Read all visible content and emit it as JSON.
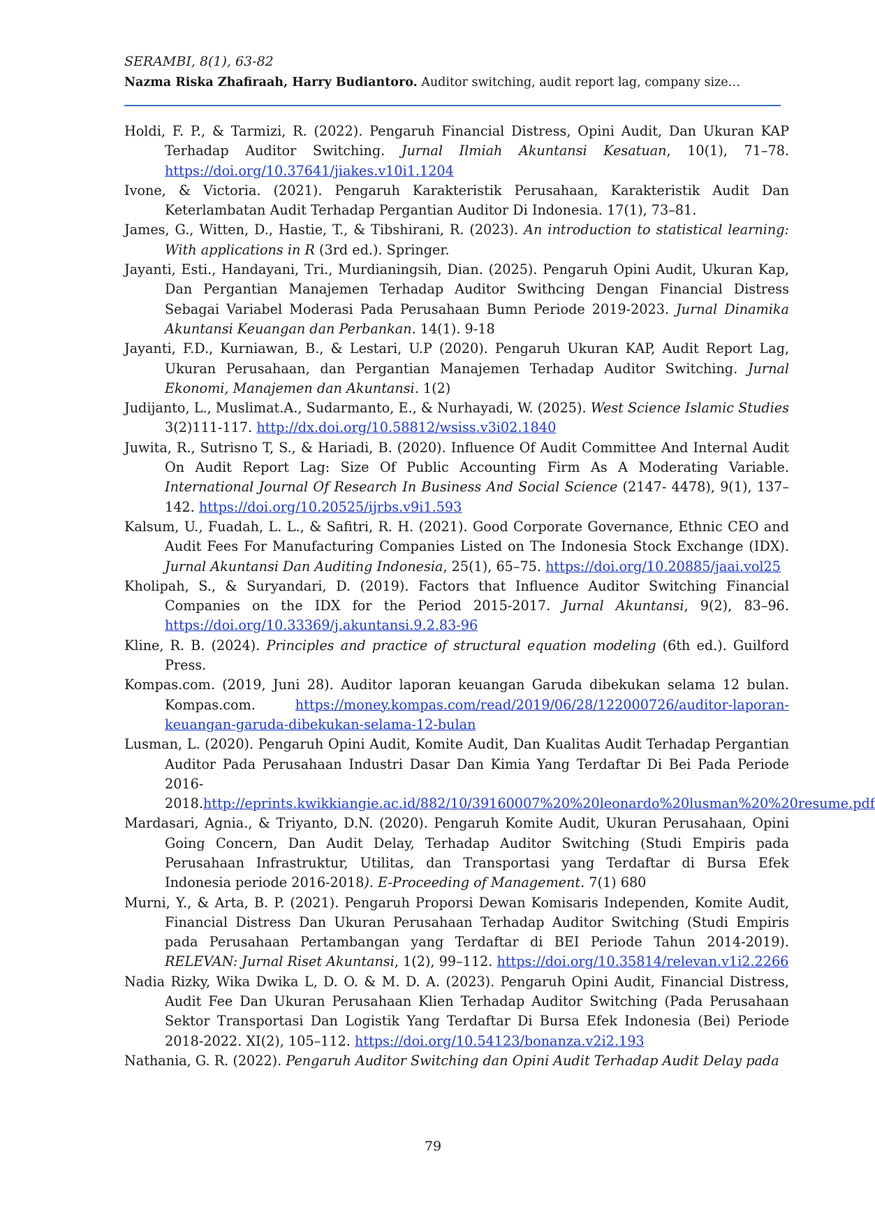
{
  "header": {
    "journal": "SERAMBI, 8(1), 63-82",
    "authors": "Nazma Riska Zhafiraah, Harry Budiantoro.",
    "title": "Auditor switching, audit report lag, company size…"
  },
  "references": [
    {
      "a": "Holdi, F. P., & Tarmizi, R. (2022). Pengaruh Financial Distress, Opini Audit, Dan Ukuran KAP Terhadap Auditor Switching. ",
      "i": "Jurnal Ilmiah Akuntansi Kesatuan",
      "b": ", 10(1), 71–78. ",
      "link": "https://doi.org/10.37641/jiakes.v10i1.1204",
      "c": ""
    },
    {
      "a": "Ivone, & Victoria. (2021). Pengaruh Karakteristik Perusahaan, Karakteristik Audit Dan Keterlambatan Audit Terhadap Pergantian Auditor Di Indonesia. 17(1), 73–81.",
      "i": "",
      "b": "",
      "link": "",
      "c": ""
    },
    {
      "a": "James, G., Witten, D., Hastie, T., & Tibshirani, R. (2023). ",
      "i": "An introduction to statistical learning: With applications in R",
      "b": " (3rd ed.). Springer.",
      "link": "",
      "c": ""
    },
    {
      "a": "Jayanti, Esti., Handayani, Tri., Murdianingsih, Dian. (2025). Pengaruh Opini Audit, Ukuran Kap, Dan Pergantian Manajemen Terhadap Auditor Swithcing Dengan Financial Distress Sebagai Variabel Moderasi Pada Perusahaan Bumn Periode 2019-2023. ",
      "i": "Jurnal Dinamika Akuntansi Keuangan dan Perbankan",
      "b": ". 14(1). 9-18",
      "link": "",
      "c": ""
    },
    {
      "a": "Jayanti, F.D., Kurniawan, B., & Lestari, U.P (2020). Pengaruh Ukuran KAP, Audit Report Lag, Ukuran Perusahaan, dan Pergantian Manajemen Terhadap Auditor Switching. ",
      "i": "Jurnal Ekonomi, Manajemen dan Akuntansi",
      "b": ". 1(2)",
      "link": "",
      "c": ""
    },
    {
      "a": "Judijanto, L., Muslimat.A., Sudarmanto, E., & Nurhayadi, W. (2025). ",
      "i": "West Science Islamic Studies",
      "b": " 3(2)111-117. ",
      "link": "http://dx.doi.org/10.58812/wsiss.v3i02.1840",
      "c": ""
    },
    {
      "a": "Juwita, R., Sutrisno T, S., & Hariadi, B. (2020). Influence Of Audit Committee And Internal Audit On Audit Report Lag: Size Of Public Accounting Firm As A Moderating Variable. ",
      "i": "International Journal Of Research In Business And Social Science",
      "b": " (2147- 4478), 9(1), 137–142. ",
      "link": "https://doi.org/10.20525/ijrbs.v9i1.593",
      "c": ""
    },
    {
      "a": "Kalsum, U., Fuadah, L. L., & Safitri, R. H. (2021). Good Corporate Governance, Ethnic CEO and Audit Fees For Manufacturing Companies Listed on The Indonesia Stock Exchange (IDX). ",
      "i": "Jurnal Akuntansi Dan Auditing Indonesia",
      "b": ", 25(1), 65–75. ",
      "link": "https://doi.org/10.20885/jaai.vol25",
      "c": ""
    },
    {
      "a": "Kholipah, S., & Suryandari, D. (2019). Factors that Influence Auditor Switching Financial Companies on the IDX for the Period 2015-2017. ",
      "i": "Jurnal Akuntansi",
      "b": ", 9(2), 83–96. ",
      "link": "https://doi.org/10.33369/j.akuntansi.9.2.83-96",
      "c": ""
    },
    {
      "a": "Kline, R. B. (2024). ",
      "i": "Principles and practice of structural equation modeling",
      "b": " (6th ed.). Guilford Press.",
      "link": "",
      "c": ""
    },
    {
      "a": "Kompas.com. (2019, Juni 28). Auditor laporan keuangan Garuda dibekukan selama 12 bulan. Kompas.com. ",
      "i": "",
      "b": "",
      "link": "https://money.kompas.com/read/2019/06/28/122000726/auditor-laporan-keuangan-garuda-dibekukan-selama-12-bulan",
      "c": ""
    },
    {
      "a": "Lusman, L.  (2020). Pengaruh Opini Audit, Komite Audit, Dan Kualitas Audit Terhadap Pergantian Auditor Pada Perusahaan Industri Dasar Dan Kimia Yang Terdaftar Di Bei Pada Periode 2016-2018.",
      "i": "",
      "b": "",
      "link": "http://eprints.kwikkiangie.ac.id/882/10/39160007%20%20leonardo%20lusman%20%20resume.pdf",
      "c": ""
    },
    {
      "a": "Mardasari, Agnia., & Triyanto, D.N. (2020). Pengaruh Komite Audit, Ukuran Perusahaan, Opini Going Concern, Dan Audit Delay, Terhadap Auditor Switching (Studi Empiris pada Perusahaan Infrastruktur, Utilitas, dan Transportasi yang Terdaftar di Bursa Efek Indonesia periode 2016-2018",
      "i": "). E-Proceeding of Management",
      "b": ". 7(1) 680",
      "link": "",
      "c": ""
    },
    {
      "a": "Murni, Y., & Arta, B. P. (2021). Pengaruh Proporsi Dewan Komisaris Independen, Komite Audit, Financial Distress Dan Ukuran Perusahaan Terhadap Auditor Switching (Studi Empiris pada Perusahaan Pertambangan yang Terdaftar di BEI Periode Tahun 2014-2019). ",
      "i": "RELEVAN: Jurnal Riset Akuntansi",
      "b": ", 1(2), 99–112. ",
      "link": "https://doi.org/10.35814/relevan.v1i2.2266",
      "c": ""
    },
    {
      "a": "Nadia Rizky, Wika Dwika L, D. O. & M. D. A. (2023). Pengaruh Opini Audit, Financial Distress, Audit Fee Dan Ukuran Perusahaan Klien Terhadap Auditor Switching (Pada Perusahaan Sektor Transportasi Dan Logistik Yang Terdaftar Di Bursa Efek Indonesia (Bei) Periode 2018-2022. XI(2), 105–112. ",
      "i": "",
      "b": "",
      "link": "https://doi.org/10.54123/bonanza.v2i2.193",
      "c": ""
    },
    {
      "a": "Nathania, G. R. (2022). ",
      "i": "Pengaruh Auditor Switching dan Opini Audit Terhadap Audit Delay pada",
      "b": "",
      "link": "",
      "c": ""
    }
  ],
  "page_number": "79",
  "colors": {
    "rule": "#3a6fc7",
    "link": "#1f3bd1"
  }
}
